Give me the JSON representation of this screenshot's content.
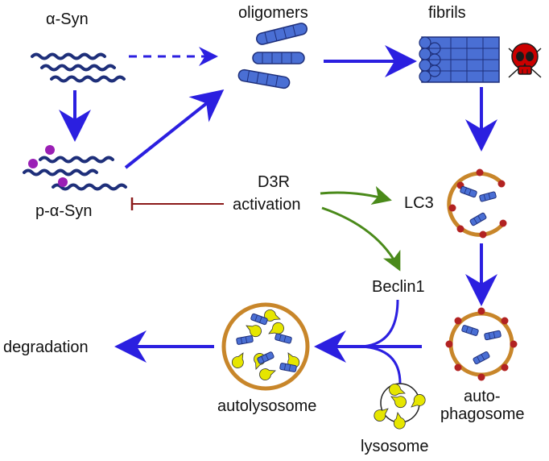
{
  "labels": {
    "alpha_syn": "α-Syn",
    "oligomers": "oligomers",
    "fibrils": "fibrils",
    "p_alpha_syn": "p-α-Syn",
    "d3r_line1": "D3R",
    "d3r_line2": "activation",
    "lc3": "LC3",
    "beclin1": "Beclin1",
    "degradation": "degradation",
    "autolysosome": "autolysosome",
    "autophagosome_line1": "auto-",
    "autophagosome_line2": "phagosome",
    "lysosome": "lysosome"
  },
  "icons": {
    "toxicity": "skull-crossbones-icon"
  },
  "colors": {
    "main_arrow": "#2b1fe0",
    "activation_arrow": "#4a8a1a",
    "inhibition": "#8b1a1a",
    "membrane": "#c8862a",
    "membrane_dots": "#b22222",
    "protein_strand": "#1e2f7a",
    "fibril_fill": "#4a6fd4",
    "phospho_dot": "#9a1fb5",
    "enzyme": "#e6e600",
    "skull": "#cc0000"
  }
}
